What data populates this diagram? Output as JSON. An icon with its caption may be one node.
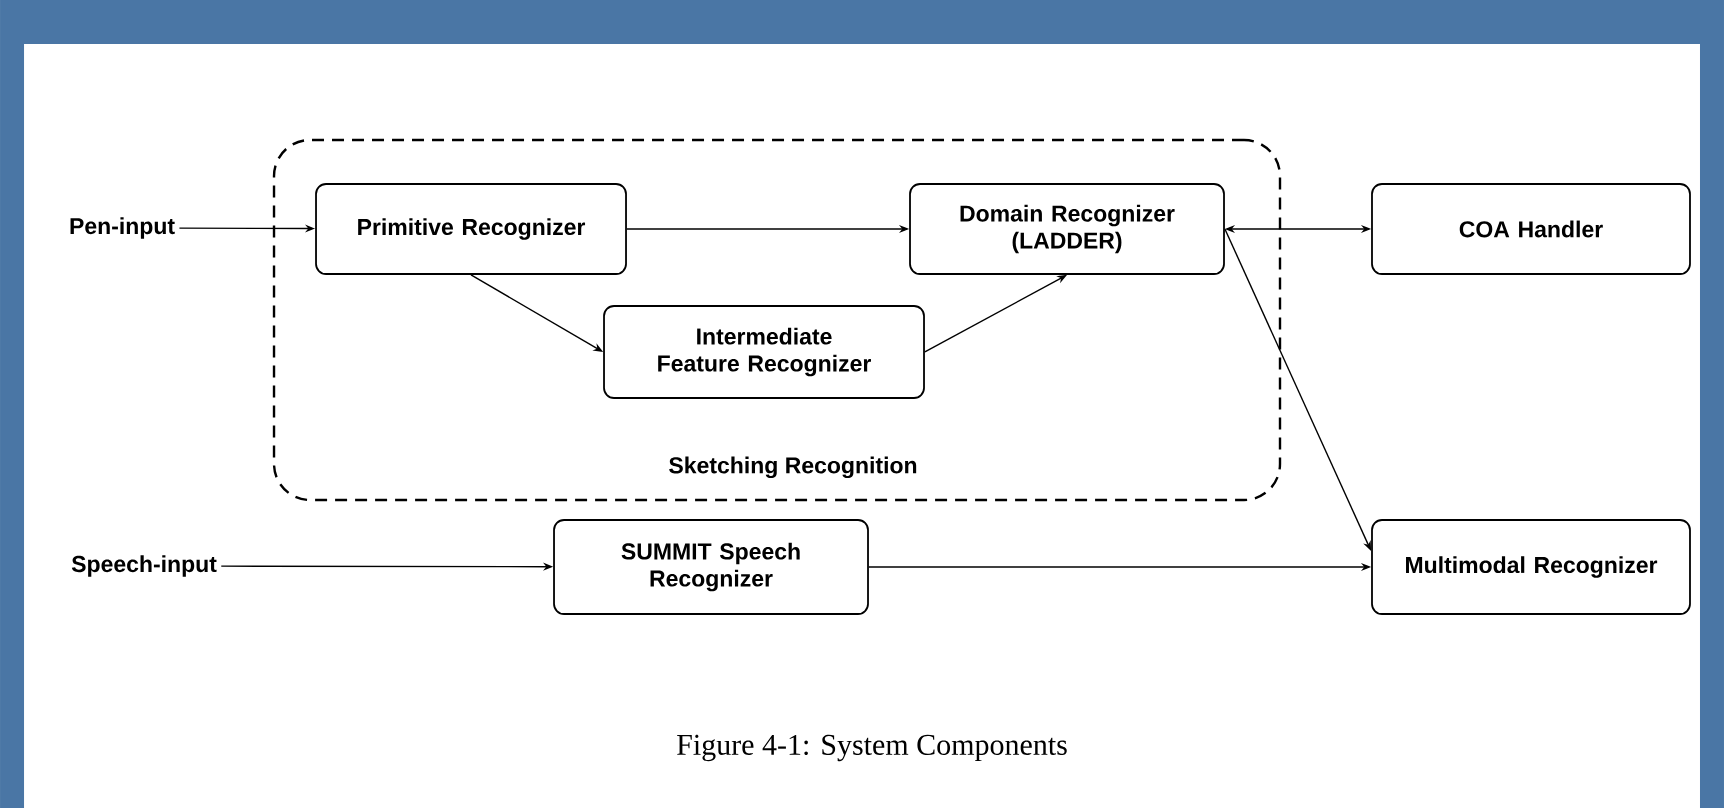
{
  "diagram": {
    "caption": "Figure 4-1: System Components",
    "nodes": [
      {
        "text": [
          "Sketching Recognition"
        ]
      },
      {
        "text": [
          "Pen-input"
        ]
      },
      {
        "text": [
          "Primitive Recognizer"
        ],
        "in": 0
      },
      {
        "text": [
          "Domain Recognizer (LADDER)"
        ],
        "in": 0
      },
      {
        "text": [
          "Intermediate Feature Recognizer"
        ],
        "in": 0
      },
      {
        "text": [
          "COA Handler"
        ]
      },
      {
        "text": [
          "Speech-input"
        ]
      },
      {
        "text": [
          "SUMMIT Speech Recognizer"
        ]
      },
      {
        "text": [
          "Multimodal Recognizer"
        ]
      }
    ],
    "edges": [
      {
        "from": 1,
        "to": 2,
        "arrow": "to"
      },
      {
        "from": 2,
        "to": 3,
        "arrow": "to"
      },
      {
        "from": 2,
        "to": 4,
        "arrow": "to"
      },
      {
        "from": 4,
        "to": 3,
        "arrow": "to"
      },
      {
        "from": 3,
        "to": 5,
        "arrow": "both"
      },
      {
        "from": 3,
        "to": 8,
        "arrow": "to"
      },
      {
        "from": 6,
        "to": 7,
        "arrow": "to"
      },
      {
        "from": 7,
        "to": 8,
        "arrow": "to"
      }
    ]
  }
}
